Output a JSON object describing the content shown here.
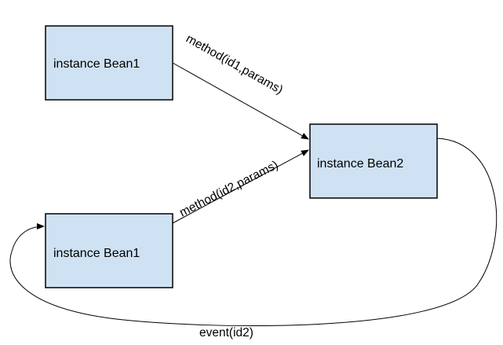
{
  "colors": {
    "box_fill": "#cfe2f3",
    "box_stroke": "#000000",
    "edge": "#000000"
  },
  "nodes": {
    "bean1_top": {
      "label": "instance Bean1"
    },
    "bean2": {
      "label": "instance Bean2"
    },
    "bean1_bottom": {
      "label": "instance Bean1"
    }
  },
  "edges": {
    "call_id1": {
      "label": "method(id1,params)"
    },
    "call_id2": {
      "label": "method(id2,params)"
    },
    "event_id2": {
      "label": "event(id2)"
    }
  }
}
